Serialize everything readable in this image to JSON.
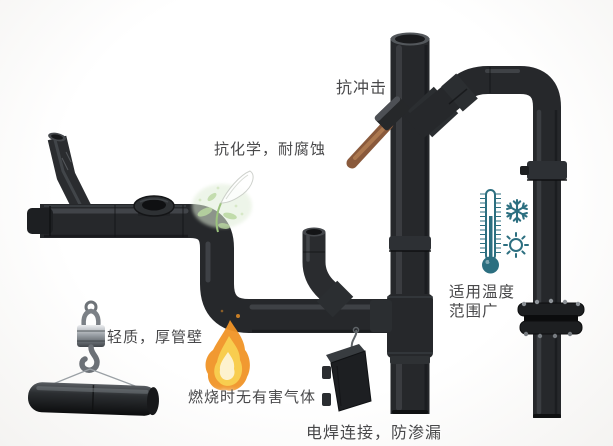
{
  "feature_labels": {
    "impact_resistance": "抗冲击",
    "chemical_resistance": "抗化学，耐腐蚀",
    "lightweight": "轻质，厚管壁",
    "combustion_safety": "燃烧时无有害气体",
    "welded_connection": "电焊连接，防渗漏",
    "temperature_range": "适用温度范围广"
  },
  "icons": {
    "hammer": "hammer-icon",
    "flame": "flame-icon",
    "thermometer": "thermometer-icon",
    "snowflake": "snowflake-icon",
    "sun": "sun-icon",
    "crane_hook": "crane-hook-icon",
    "glass_flower": "glass-flower-icon",
    "plant_sprout": "plant-sprout-icon",
    "welding_machine": "welding-machine-icon",
    "flange": "flange-coupling-icon"
  },
  "colors": {
    "pipe_black": "#26282b",
    "accent_teal": "#2c6f80",
    "flame_orange": "#f09326",
    "wood_brown": "#8a5a3c",
    "label_text": "#48484a",
    "background": "#ffffff"
  }
}
